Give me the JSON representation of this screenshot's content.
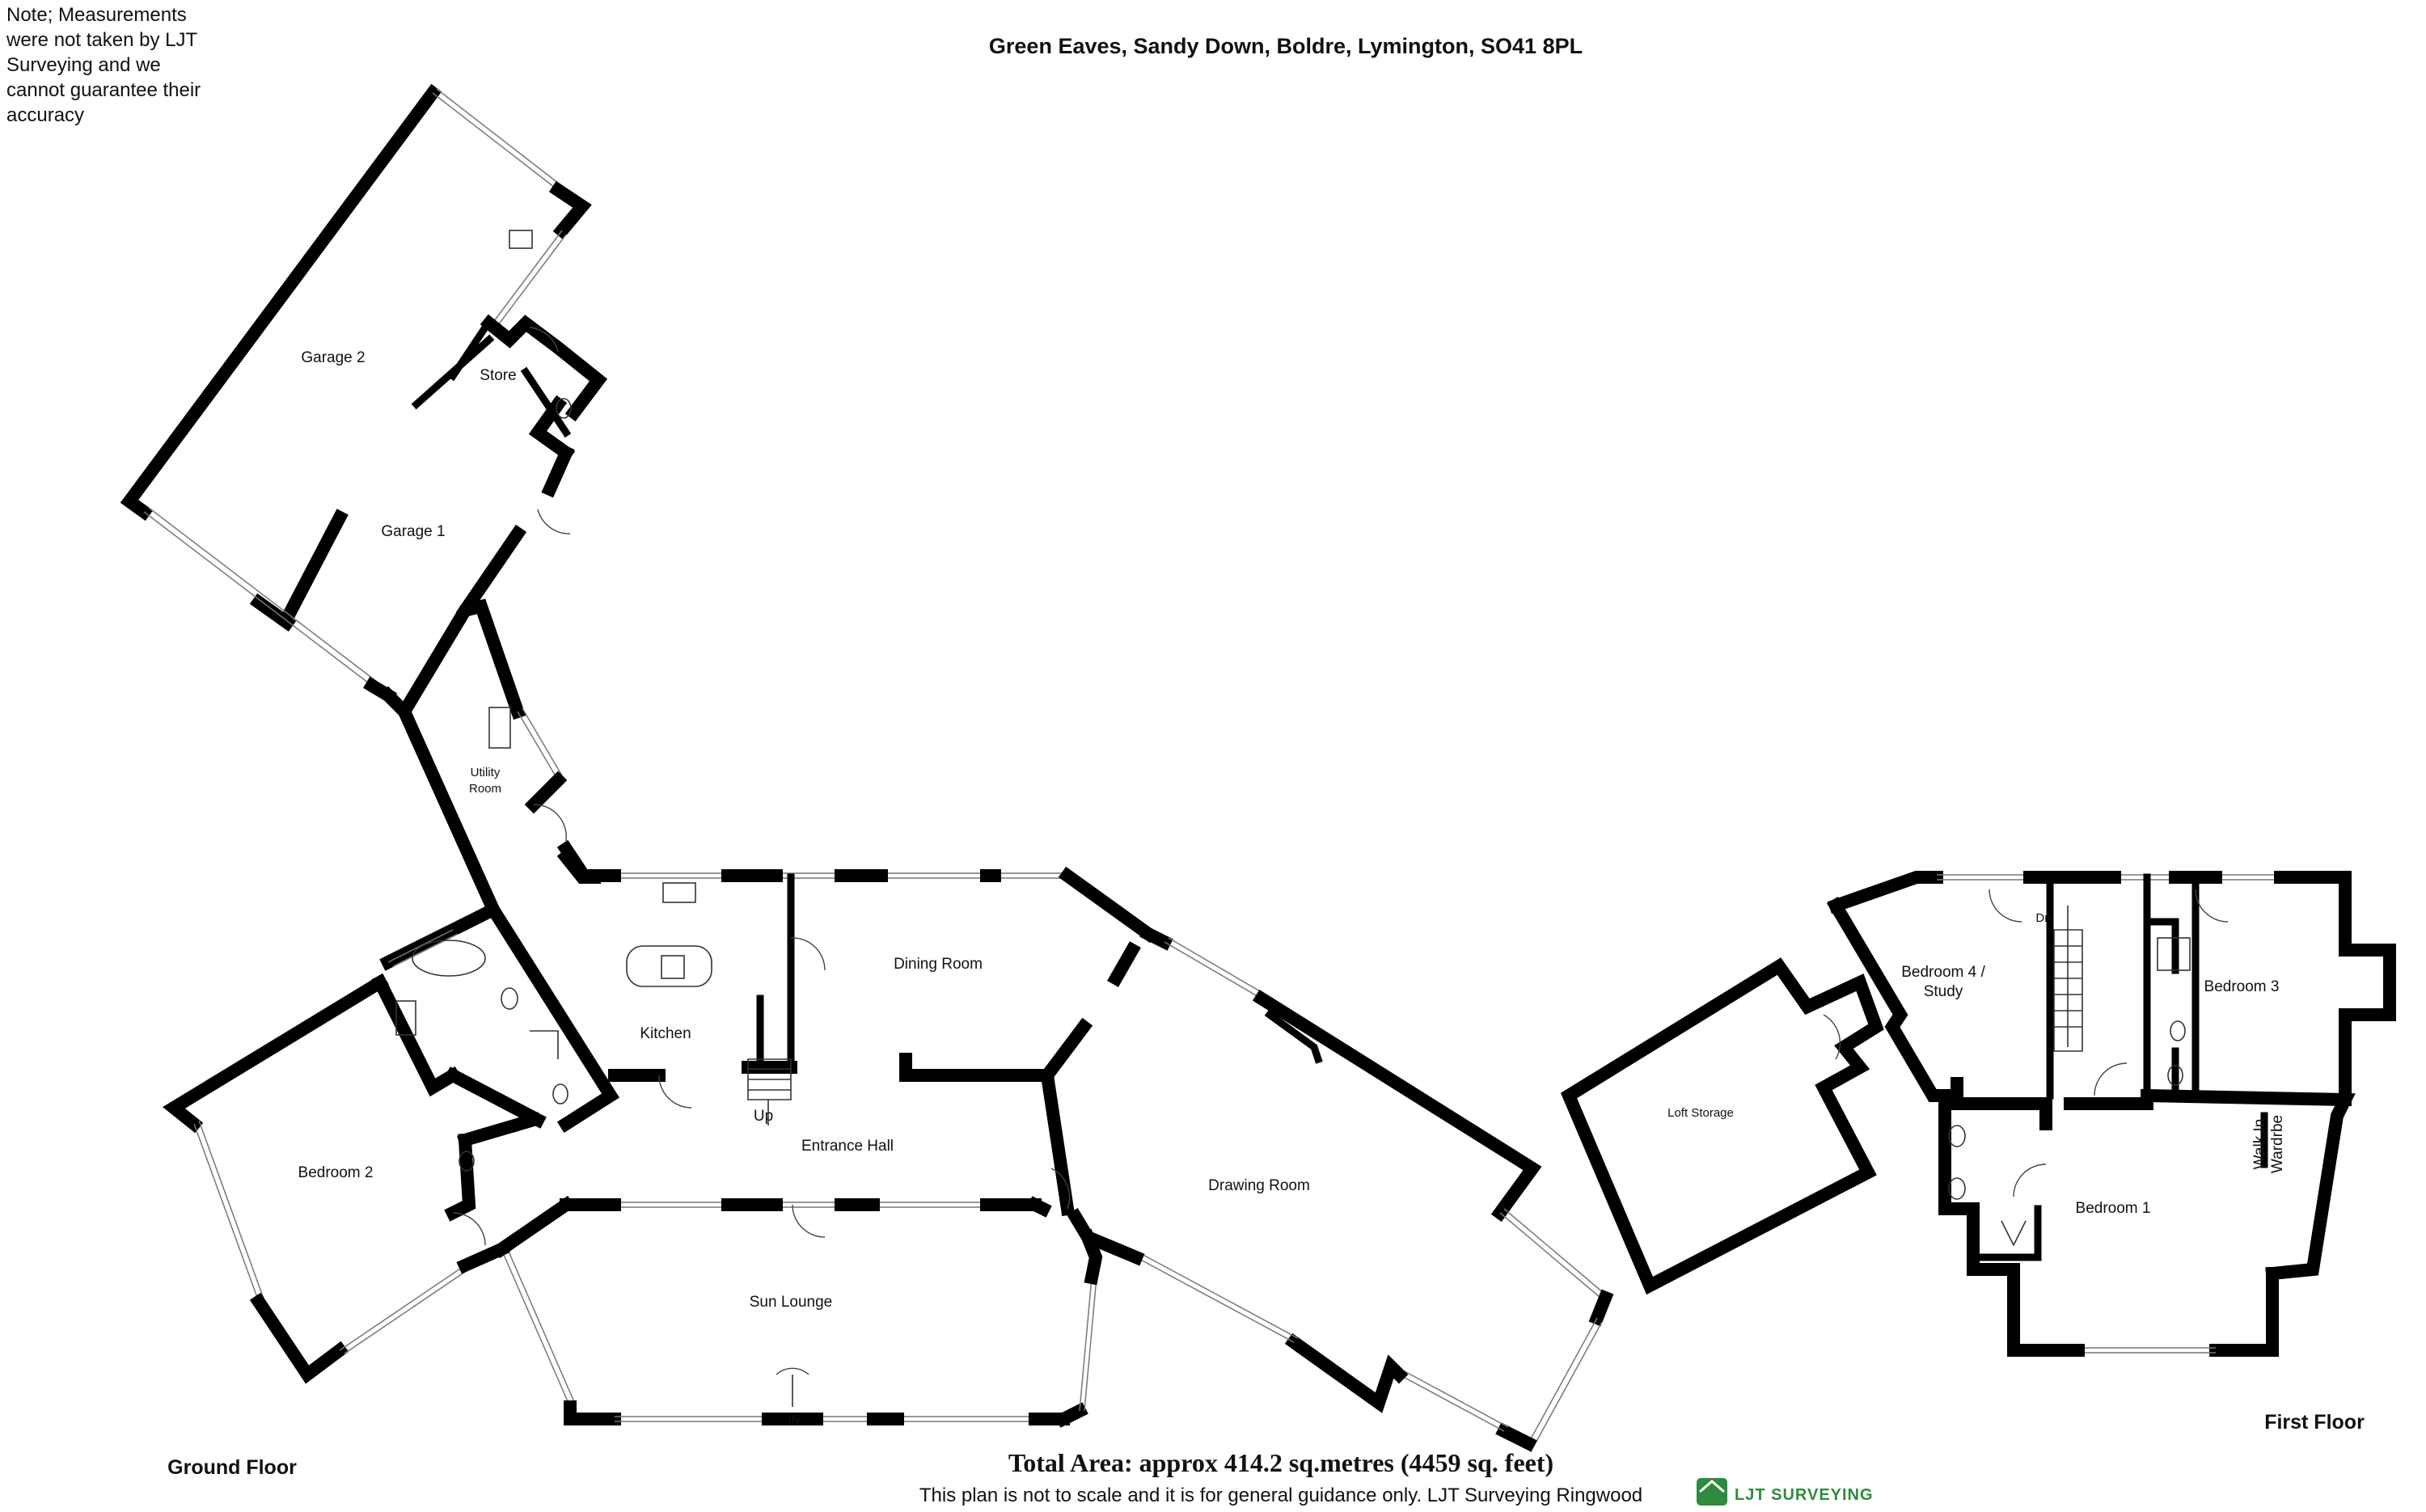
{
  "header": {
    "title": "Green Eaves, Sandy Down, Boldre, Lymington, SO41 8PL",
    "note_lines": [
      "Note; Measurements",
      "were not taken by LJT",
      "Surveying and we",
      "cannot guarantee their",
      "accuracy"
    ]
  },
  "floors": {
    "ground": "Ground Floor",
    "first": "First Floor"
  },
  "rooms": {
    "garage2": "Garage 2",
    "store": "Store",
    "garage1": "Garage 1",
    "utility_line1": "Utility",
    "utility_line2": "Room",
    "kitchen": "Kitchen",
    "dining": "Dining Room",
    "drawing": "Drawing Room",
    "entrance": "Entrance Hall",
    "sun": "Sun Lounge",
    "bedroom2": "Bedroom 2",
    "loft": "Loft Storage",
    "bedroom4_line1": "Bedroom 4 /",
    "bedroom4_line2": "Study",
    "bedroom3": "Bedroom 3",
    "bedroom1": "Bedroom 1",
    "wardrobe_line1": "Walk In",
    "wardrobe_line2": "Wardrbe"
  },
  "markers": {
    "up": "Up",
    "dn": "Dn",
    "in": "IN"
  },
  "footer": {
    "total_area": "Total Area: approx 414.2 sq.metres (4459 sq. feet)",
    "disclaimer": "This plan is not to scale and it is for general guidance only. LJT Surveying Ringwood",
    "brand": "LJT SURVEYING"
  },
  "colors": {
    "wall": "#000000",
    "logo_green": "#2e8b3d",
    "logo_blue": "#2f6fb0"
  }
}
